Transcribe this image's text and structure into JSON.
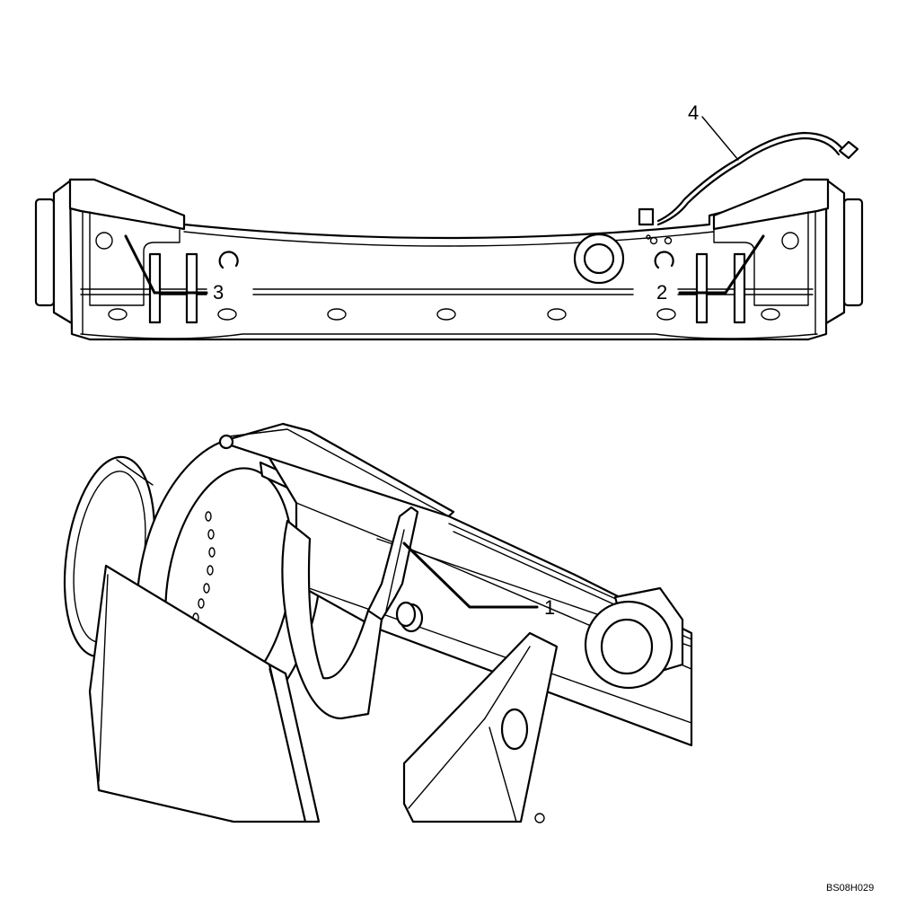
{
  "figure": {
    "reference_code": "BS08H029",
    "callouts": [
      {
        "id": "1",
        "label": "1"
      },
      {
        "id": "2",
        "label": "2"
      },
      {
        "id": "3",
        "label": "3"
      },
      {
        "id": "4",
        "label": "4"
      }
    ]
  }
}
